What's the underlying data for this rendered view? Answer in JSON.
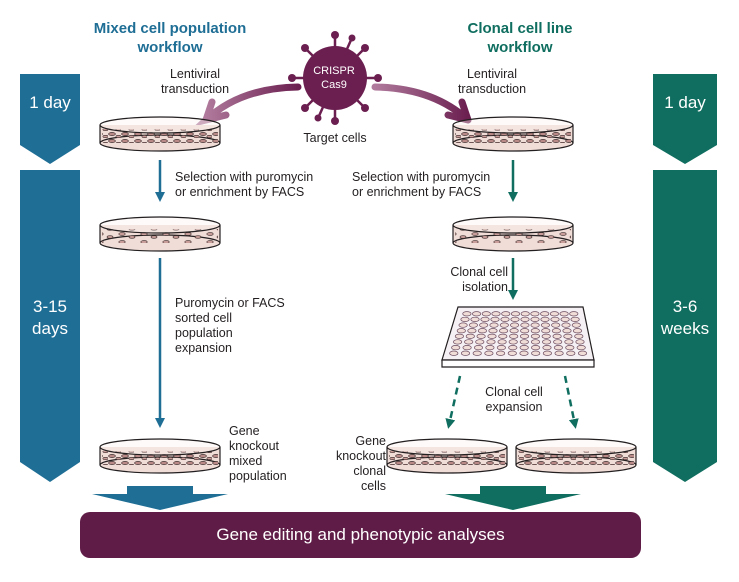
{
  "colors": {
    "blue": "#1f6e95",
    "green": "#0f6e5f",
    "purple": "#5f1c46",
    "virus": "#6b1f50",
    "dish_fill": "#f1ddd8"
  },
  "titles": {
    "mixed": "Mixed cell population workflow",
    "clonal": "Clonal cell line workflow"
  },
  "crispr_label": "CRISPR Cas9",
  "target_cells": "Target cells",
  "left": {
    "duration_1": "1 day",
    "duration_2": "3-15 days",
    "transduction": "Lentiviral transduction",
    "selection": "Selection with puromycin or enrichment by FACS",
    "expansion": "Puromycin or FACS sorted cell population expansion",
    "result": "Gene knockout mixed population"
  },
  "right": {
    "duration_1": "1 day",
    "duration_2": "3-6 weeks",
    "transduction": "Lentiviral transduction",
    "selection": "Selection with puromycin or enrichment by FACS",
    "isolation": "Clonal cell isolation",
    "expansion": "Clonal cell expansion",
    "result": "Gene knockout clonal cells"
  },
  "banner": "Gene editing and phenotypic analyses",
  "icons": [
    "crispr-virus-icon",
    "petri-dish-icon",
    "well-plate-icon"
  ]
}
